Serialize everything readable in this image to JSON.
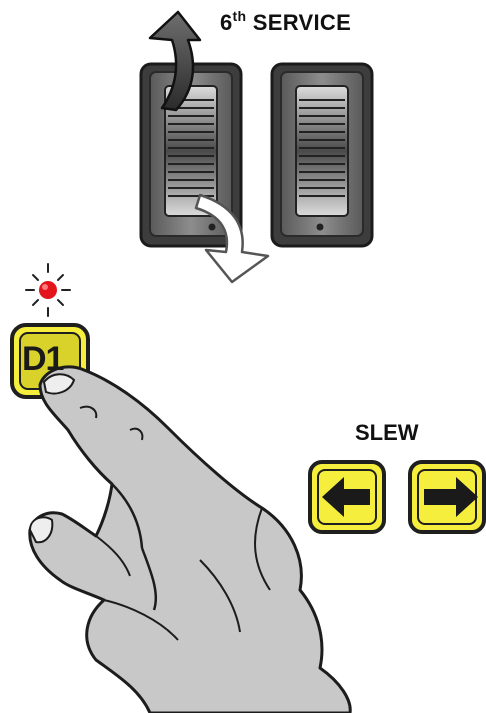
{
  "title": {
    "ordinal": "6",
    "ordinal_suffix": "th",
    "label": "SERVICE"
  },
  "slew_label": "SLEW",
  "d1_button_label": "D1",
  "icons": {
    "service_switch": "rocker-switch-icon",
    "indicator": "red-led-icon",
    "slew_left": "arrow-left-icon",
    "slew_right": "arrow-right-icon",
    "hand": "pointing-hand-icon"
  },
  "colors": {
    "button_yellow": "#f5ee3d",
    "led_red": "#e3141b",
    "switch_gray": "#7a7a7a",
    "hand_gray": "#c8c8c8"
  }
}
